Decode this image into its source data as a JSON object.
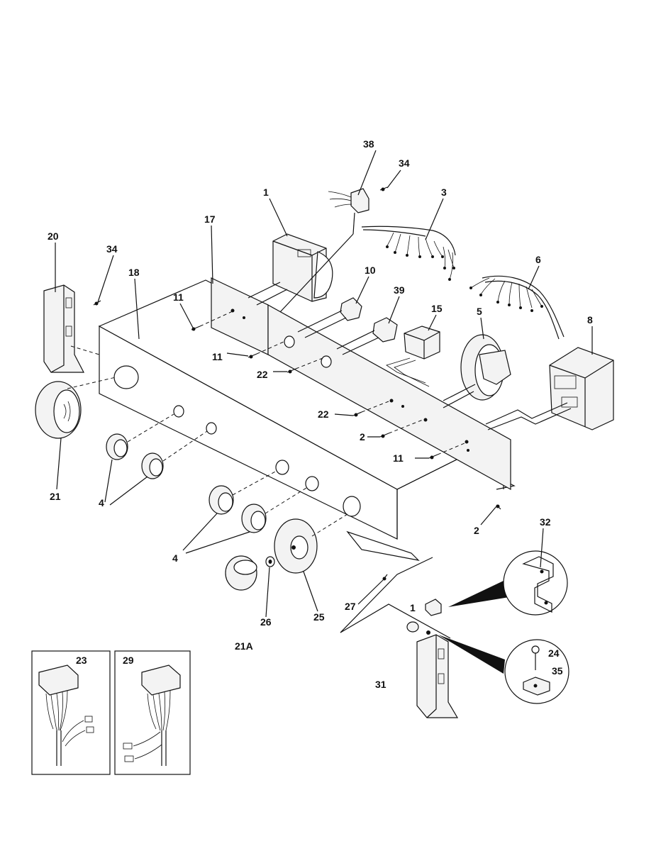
{
  "callouts": {
    "c1a": "1",
    "c1b": "1",
    "c2a": "2",
    "c2b": "2",
    "c3": "3",
    "c4a": "4",
    "c4b": "4",
    "c5": "5",
    "c6": "6",
    "c8": "8",
    "c10": "10",
    "c11a": "11",
    "c11b": "11",
    "c11c": "11",
    "c15": "15",
    "c17": "17",
    "c18": "18",
    "c20": "20",
    "c21": "21",
    "c21A": "21A",
    "c22a": "22",
    "c22b": "22",
    "c23": "23",
    "c24": "24",
    "c25": "25",
    "c26": "26",
    "c27": "27",
    "c29": "29",
    "c31": "31",
    "c32": "32",
    "c34a": "34",
    "c34b": "34",
    "c35": "35",
    "c38": "38",
    "c39": "39"
  }
}
